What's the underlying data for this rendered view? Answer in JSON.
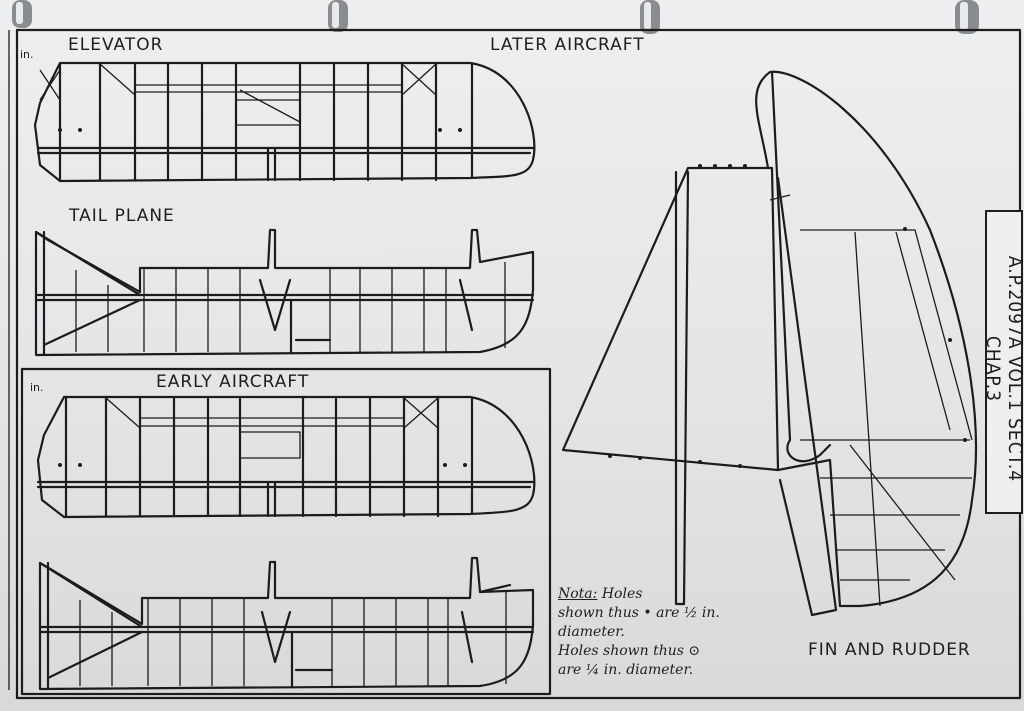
{
  "labels": {
    "elevator": "ELEVATOR",
    "later_aircraft": "LATER AIRCRAFT",
    "tail_plane": "TAIL PLANE",
    "early_aircraft": "EARLY AIRCRAFT",
    "fin_rudder": "FIN AND RUDDER",
    "scale_top": "in.",
    "scale_early": "in."
  },
  "side_reference": "A.P.2097A VOL.1 SECT.4 CHAP.3",
  "note": {
    "heading": "Nota:",
    "line1": "Holes",
    "line2": "shown thus • are ½ in.",
    "line3": "diameter.",
    "line4": "Holes shown thus ⊙",
    "line5": "are ¼ in. diameter."
  },
  "colors": {
    "paper": "#e9eaeb",
    "ink": "#1c1c1c"
  }
}
